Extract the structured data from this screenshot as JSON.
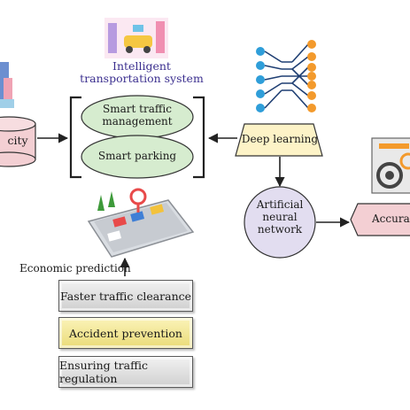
{
  "nodes": {
    "city": "city",
    "its_title": "Intelligent transportation system",
    "smart_traffic": "Smart traffic management",
    "smart_parking": "Smart parking",
    "deep_learning": "Deep learning",
    "ann": "Artificial neural network",
    "accuracy": "Accura",
    "economic_prediction": "Economic prediction"
  },
  "bars": [
    {
      "label": "Faster traffic clearance",
      "style": "gray"
    },
    {
      "label": "Accident prevention",
      "style": "yellow"
    },
    {
      "label": "Ensuring traffic regulation",
      "style": "gray"
    }
  ],
  "colors": {
    "ellipse_fill": "#d6eccf",
    "deep_learning_fill": "#fdf3c7",
    "ann_fill": "#e2ddf0",
    "cylinder_fill": "#f3cfd3",
    "accuracy_fill": "#f3cfd3",
    "its_title": "#3b2f8f"
  },
  "icons": [
    "city-buildings-icon",
    "smart-city-illustration-icon",
    "neural-network-icon",
    "parking-tablet-icon",
    "accuracy-gear-icon"
  ]
}
